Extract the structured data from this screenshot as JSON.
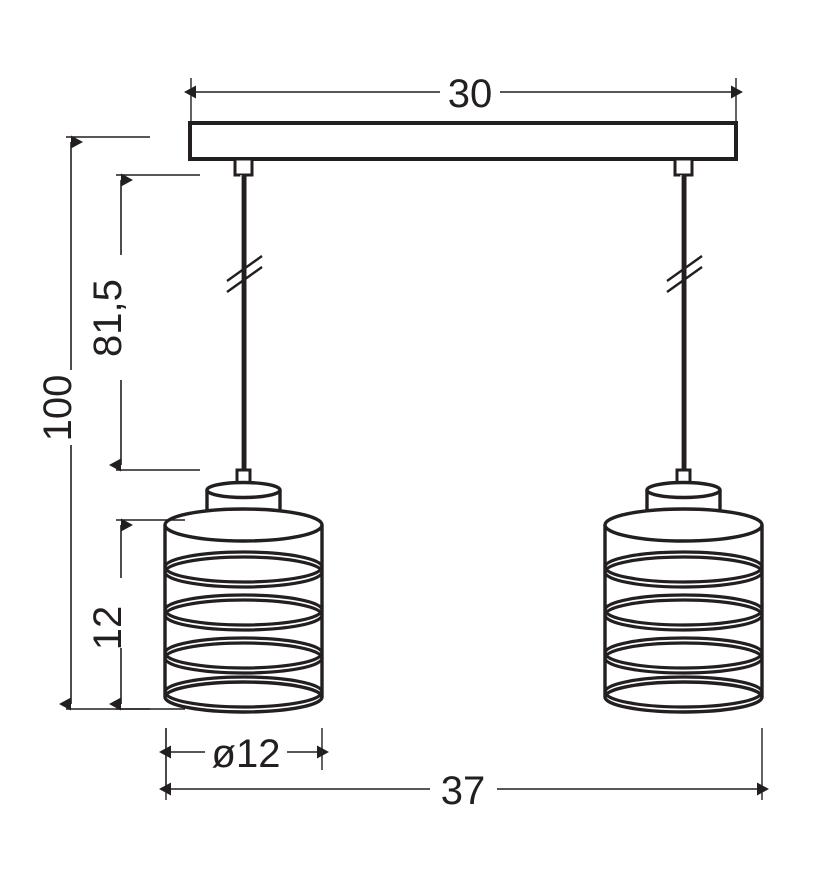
{
  "drawing": {
    "title": "Pendant lamp technical dimension drawing",
    "product_type": "two-light cage pendant lamp",
    "units": "cm",
    "line_color": "#231f20",
    "fill_color": "#ffffff",
    "background": "#ffffff"
  },
  "dimensions": {
    "canopy_width": "30",
    "total_height": "100",
    "suspension_height": "81,5",
    "shade_height": "12",
    "shade_diameter": "ø12",
    "overall_width": "37"
  },
  "labels": {
    "top_width": "30",
    "left_outer_height": "100",
    "left_inner_height": "81,5",
    "left_shade_height": "12",
    "bottom_diameter": "ø12",
    "bottom_width": "37"
  },
  "parts": {
    "canopy": "ceiling-mount-bar",
    "rod": "suspension-rod",
    "break_symbol": "rod-break-symbol",
    "socket": "lamp-socket-cylinder",
    "shade": "cage-shade",
    "shade_rings": 4,
    "shade_rails": 2,
    "lamp_count": 2
  }
}
